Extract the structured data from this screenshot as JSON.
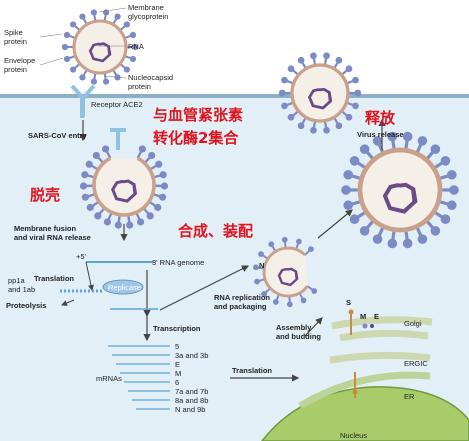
{
  "virion_labels": {
    "membrane_glycoprotein": [
      "Membrane",
      "glycoprotein"
    ],
    "spike_protein": [
      "Spike",
      "protein"
    ],
    "rna": "RNA",
    "envelope_protein": [
      "Envelope",
      "protein"
    ],
    "nucleocapsid_protein": [
      "Nucleocapsid",
      "protein"
    ]
  },
  "steps": {
    "receptor": "Receptor ACE2",
    "entry": "SARS-CoV entry",
    "fusion": [
      "Membrane fusion",
      "and viral RNA release"
    ],
    "translation_top": "Translation",
    "ppla": [
      "pp1a",
      "and 1ab"
    ],
    "proteolysis": "Proteolysis",
    "five_prime": "+5'",
    "rna_genome": "3' RNA genome",
    "replicase": "Replicase",
    "transcription": "Transcription",
    "mrnas": "mRNAs",
    "translation_mid": "Translation",
    "rna_replication": [
      "RNA replication",
      "and packaging"
    ],
    "assembly": [
      "Assembly",
      "and budding"
    ],
    "golgi": "Golgi",
    "ergic": "ERGIC",
    "er": "ER",
    "nucleus": "Nucleus",
    "virus_release": "Virus release",
    "n_label": "N",
    "s_label": "S",
    "m_label": "M",
    "e_label": "E"
  },
  "mrna_list": [
    "5",
    "3a and 3b",
    "E",
    "M",
    "6",
    "7a and 7b",
    "8a and 8b",
    "N and 9b"
  ],
  "chinese_annotations": {
    "ace2_line1": "与血管紧张素",
    "ace2_line2": "转化酶2集合",
    "uncoating": "脱壳",
    "synthesis": "合成、装配",
    "release": "释放"
  },
  "colors": {
    "cytoplasm": "#e3eff6",
    "membrane": "#8ab0c8",
    "chinese_text": "#e0141e",
    "spike": "#7d8bc4",
    "shell": "#c9a18b",
    "rna": "#6b4a8a",
    "nucleus": "#a8cc6a",
    "golgi": "#cdd8b0"
  }
}
